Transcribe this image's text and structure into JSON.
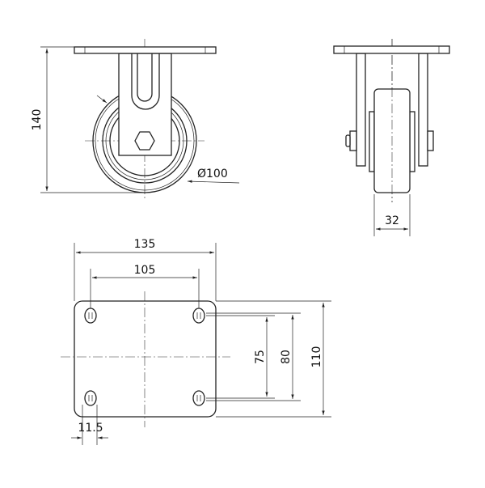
{
  "drawing": {
    "front_view": {
      "height_label": "140",
      "diameter_label": "Ø100"
    },
    "side_view": {
      "width_label": "32"
    },
    "plate_view": {
      "plate_length_label": "135",
      "hole_spacing_x_label": "105",
      "hole_spacing_y_label": "75",
      "inner_width_label": "80",
      "plate_width_label": "110",
      "hole_offset_label": "11.5"
    }
  }
}
